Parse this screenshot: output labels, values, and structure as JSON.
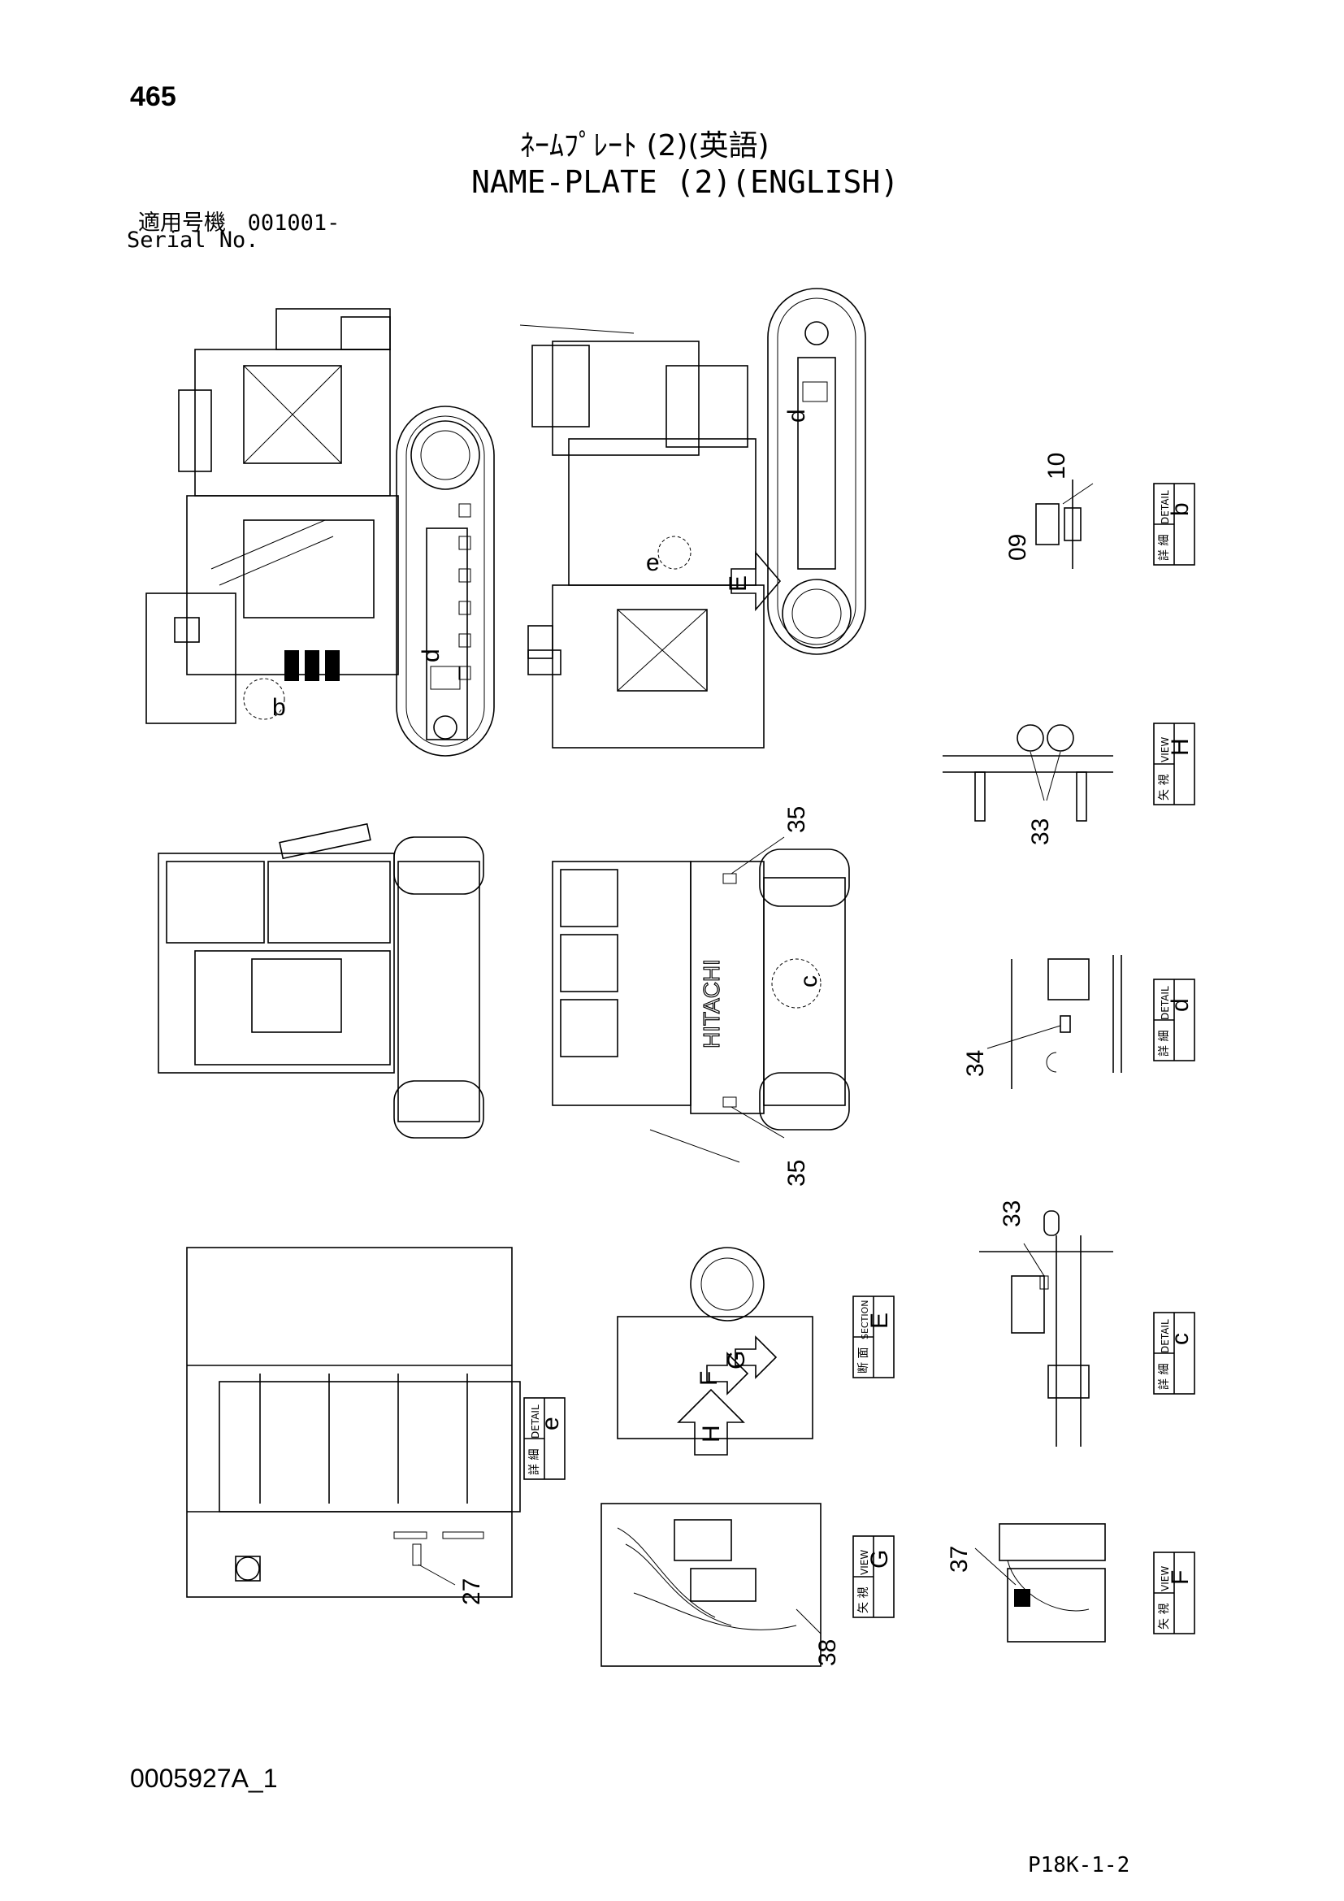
{
  "page_number": "465",
  "title_jp": "ﾈｰﾑﾌﾟﾚｰﾄ (2)(英語)",
  "title_en": "NAME-PLATE (2)(ENGLISH)",
  "serial": {
    "label_jp": "適用号機",
    "value": "001001-",
    "label_en": "Serial No."
  },
  "drawing_number": "0005927A_1",
  "catalog_code": "P18K-1-2",
  "callouts": [
    "09",
    "10",
    "33",
    "34",
    "35",
    "35",
    "33",
    "27",
    "37",
    "38"
  ],
  "detail_marks": [
    "b",
    "d",
    "c",
    "e"
  ],
  "view_marks": [
    "H",
    "F",
    "G"
  ],
  "section_marks": [
    "E"
  ],
  "inline_letters": {
    "d1": "d",
    "e1": "e",
    "E_arrow": "E",
    "c1": "c",
    "F_arrow": "F",
    "G_arrow": "G",
    "H_arrow": "H",
    "d2": "d"
  },
  "box_labels": {
    "detail_jp": "詳 細",
    "detail_en": "DETAIL",
    "view_jp": "矢 視",
    "view_en": "VIEW",
    "section_jp": "断 面",
    "section_en": "SECTION"
  },
  "brand_text": "HITACHI"
}
